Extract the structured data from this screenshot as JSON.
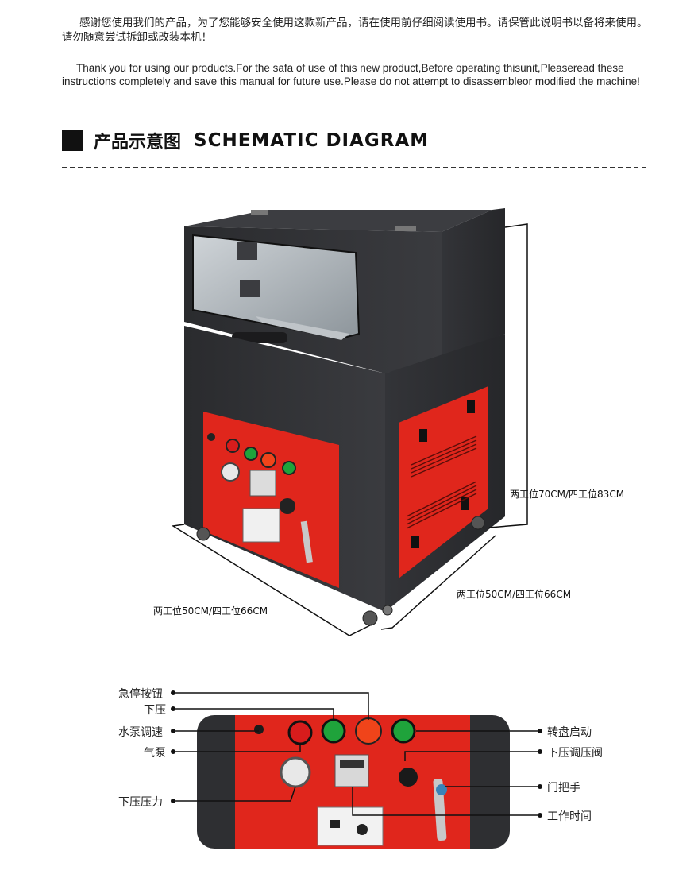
{
  "intro": {
    "chinese": "感谢您使用我们的产品，为了您能够安全使用这款新产品，请在使用前仔细阅读使用书。请保管此说明书以备将来使用。请勿随意尝试拆卸或改装本机！",
    "english": "Thank you for using our products.For the safa of use of this new product,Before operating thisunit,Pleaseread these instructions completely and save this manual for future use.Please do not attempt to disassembleor modified the machine!"
  },
  "section": {
    "title_cn": "产品示意图",
    "title_en": "SCHEMATIC DIAGRAM"
  },
  "dimensions": {
    "height": "两工位70CM/四工位83CM",
    "depth": "两工位50CM/四工位66CM",
    "width": "两工位50CM/四工位66CM"
  },
  "panel_callouts": {
    "emergency_stop": "急停按钮",
    "press_down": "下压",
    "water_pump_speed": "水泵调速",
    "air_pump": "气泵",
    "press_pressure": "下压压力",
    "turntable_start": "转盘启动",
    "press_valve": "下压调压阀",
    "door_handle": "门把手",
    "work_time": "工作时间"
  },
  "colors": {
    "machine_body": "#2f3033",
    "control_panel": "#e0261c",
    "button_red": "#d81c1c",
    "button_green": "#1fa33b",
    "button_orange": "#f0441a"
  }
}
